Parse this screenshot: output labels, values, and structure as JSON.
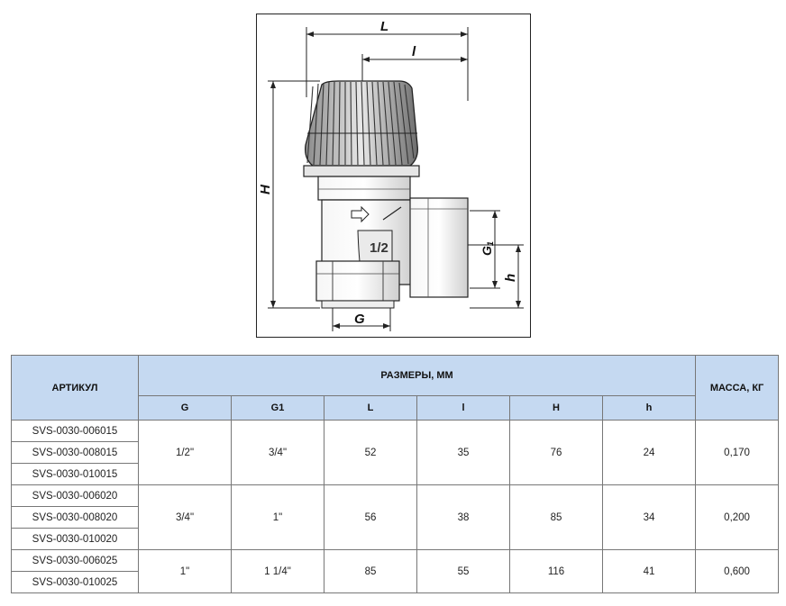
{
  "drawing": {
    "labels": {
      "L": "L",
      "l": "l",
      "H": "H",
      "G": "G",
      "G1": "G",
      "G1_sub": "1",
      "h": "h",
      "thread": "1/2"
    }
  },
  "table": {
    "header": {
      "article": "АРТИКУЛ",
      "dimensions": "РАЗМЕРЫ, ММ",
      "mass": "МАССА, КГ",
      "cols": [
        "G",
        "G1",
        "L",
        "l",
        "H",
        "h"
      ]
    },
    "groups": [
      {
        "articles": [
          "SVS-0030-006015",
          "SVS-0030-008015",
          "SVS-0030-010015"
        ],
        "G": "1/2\"",
        "G1": "3/4\"",
        "L": "52",
        "l": "35",
        "H": "76",
        "h": "24",
        "mass": "0,170"
      },
      {
        "articles": [
          "SVS-0030-006020",
          "SVS-0030-008020",
          "SVS-0030-010020"
        ],
        "G": "3/4\"",
        "G1": "1\"",
        "L": "56",
        "l": "38",
        "H": "85",
        "h": "34",
        "mass": "0,200"
      },
      {
        "articles": [
          "SVS-0030-006025",
          "SVS-0030-010025"
        ],
        "G": "1\"",
        "G1": "1 1/4\"",
        "L": "85",
        "l": "55",
        "H": "116",
        "h": "41",
        "mass": "0,600"
      }
    ]
  }
}
